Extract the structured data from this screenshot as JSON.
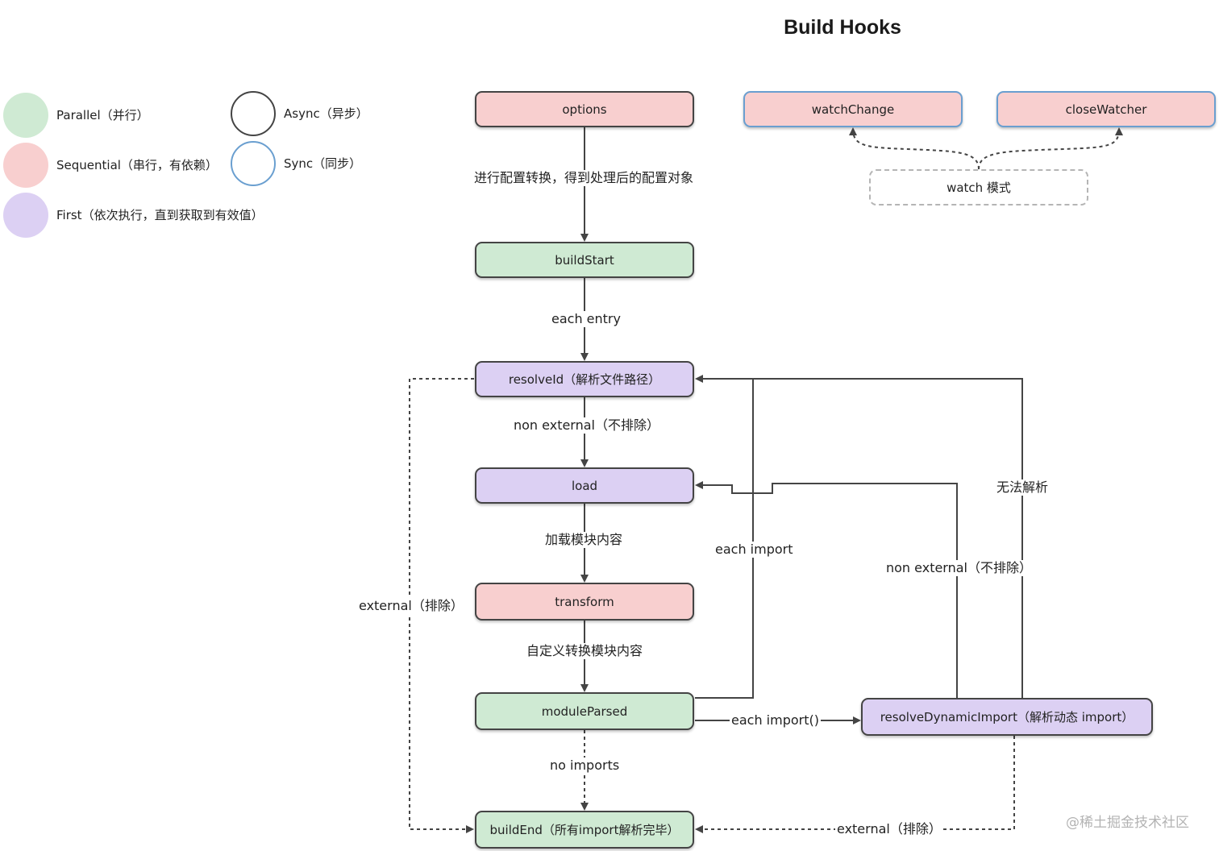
{
  "title": "Build Hooks",
  "colors": {
    "parallel": "#cfead3",
    "sequential": "#f8cfcf",
    "first": "#dcd0f3",
    "async_border": "#444444",
    "sync_border": "#6a9fd0"
  },
  "legend": [
    {
      "kind": "parallel",
      "label": "Parallel（并行）"
    },
    {
      "kind": "sequential",
      "label": "Sequential（串行，有依赖）"
    },
    {
      "kind": "first",
      "label": "First（依次执行，直到获取到有效值）"
    },
    {
      "kind": "async",
      "label": "Async（异步）"
    },
    {
      "kind": "sync",
      "label": "Sync（同步）"
    }
  ],
  "nodes": {
    "options": "options",
    "watchChange": "watchChange",
    "closeWatcher": "closeWatcher",
    "watch_mode": "watch 模式",
    "buildStart": "buildStart",
    "resolveId": "resolveId（解析文件路径）",
    "load": "load",
    "transform": "transform",
    "moduleParsed": "moduleParsed",
    "resolveDynamicImport": "resolveDynamicImport（解析动态 import）",
    "buildEnd": "buildEnd（所有import解析完毕）"
  },
  "edge_labels": {
    "options_to_buildStart": "进行配置转换，得到处理后的配置对象",
    "each_entry": "each entry",
    "non_external": "non external（不排除）",
    "load_content": "加载模块内容",
    "transform_content": "自定义转换模块内容",
    "no_imports": "no imports",
    "external": "external（排除）",
    "each_import": "each import",
    "each_import_dynamic": "each import()",
    "dynamic_non_external": "non external（不排除）",
    "cannot_resolve": "无法解析",
    "dynamic_external": "external（排除）"
  },
  "watermark": "@稀土掘金技术社区"
}
